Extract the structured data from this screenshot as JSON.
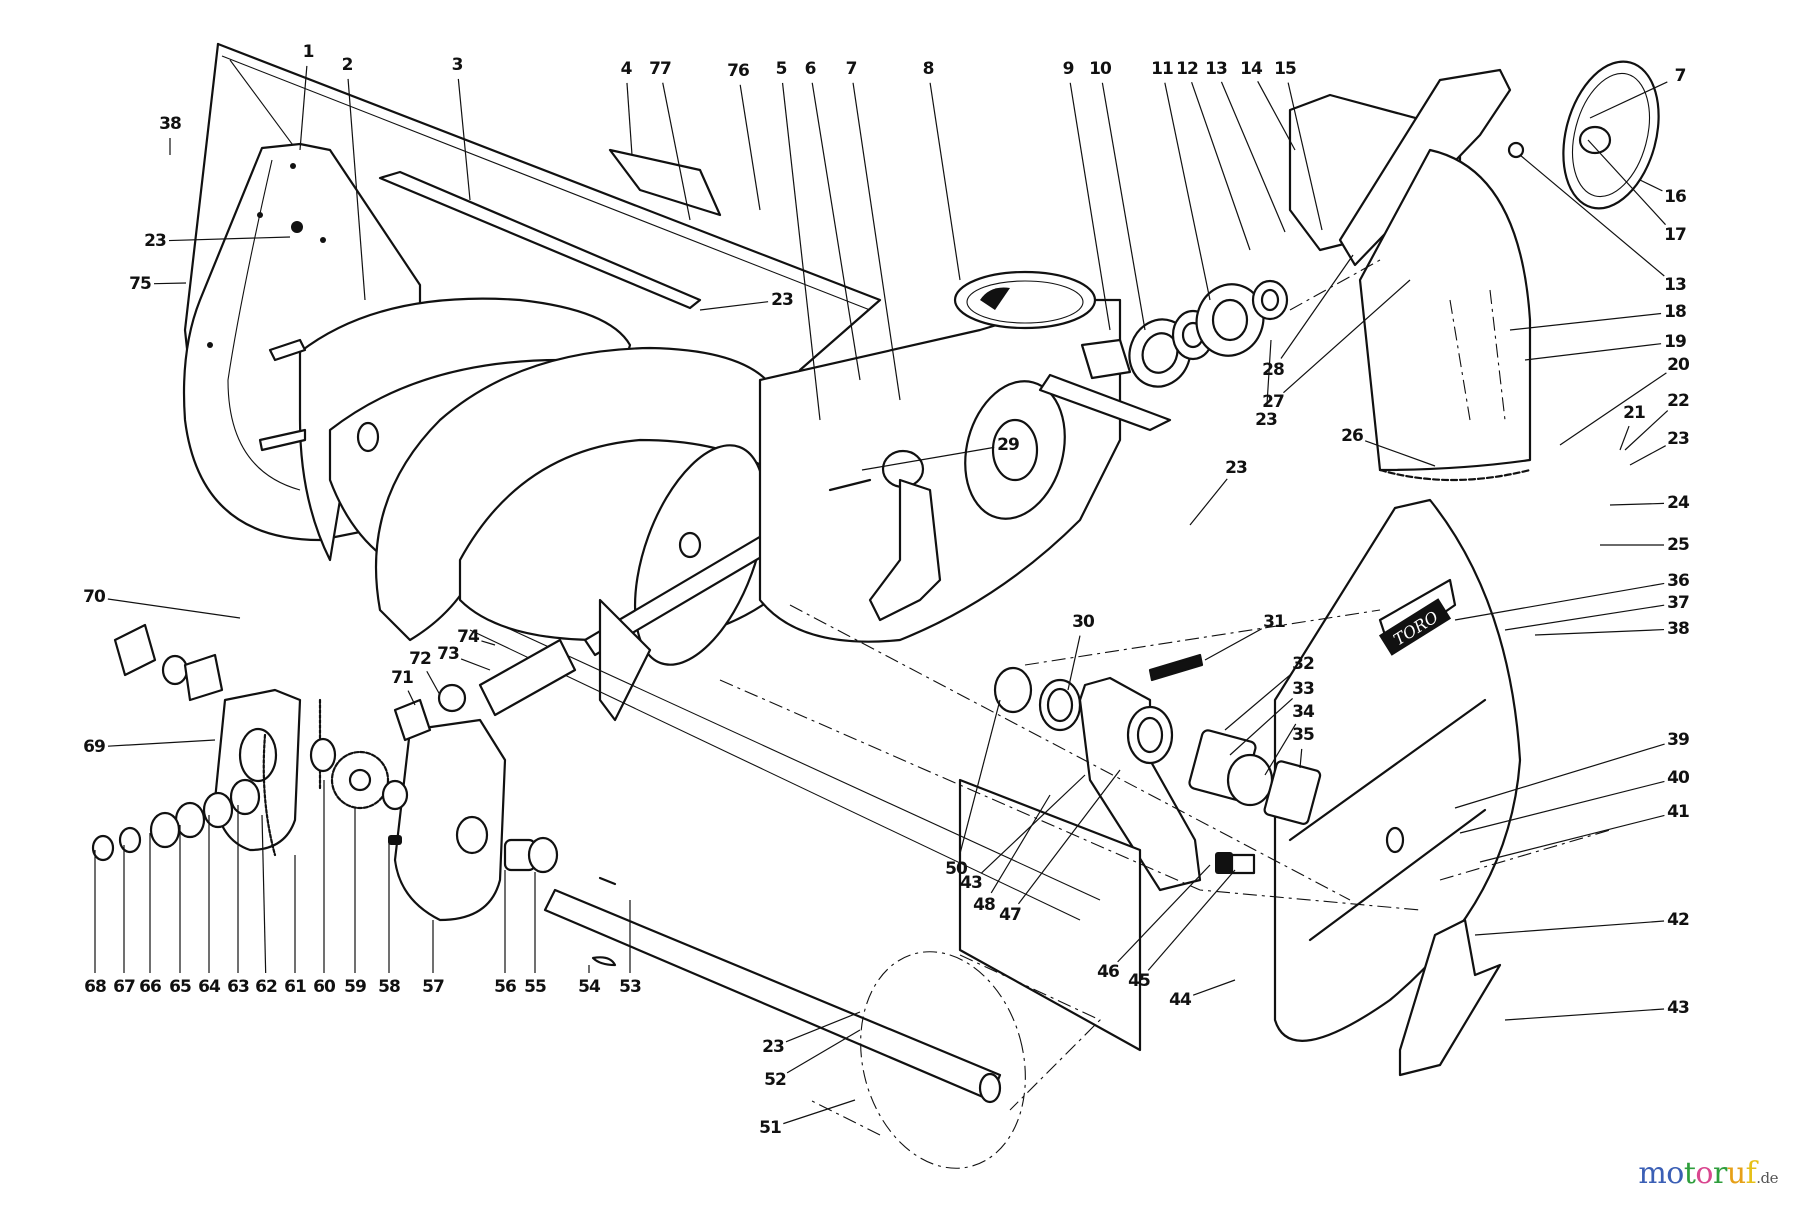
{
  "diagram": {
    "subject": "Toro snowthrower auger housing and drive exploded parts diagram",
    "side_plate_logo": "TORO",
    "callouts": [
      "1",
      "2",
      "3",
      "4",
      "77",
      "76",
      "5",
      "6",
      "7",
      "8",
      "9",
      "10",
      "11",
      "12",
      "13",
      "14",
      "15",
      "7",
      "16",
      "17",
      "13",
      "18",
      "19",
      "20",
      "21",
      "22",
      "23",
      "24",
      "25",
      "36",
      "37",
      "38",
      "38",
      "23",
      "75",
      "23",
      "28",
      "27",
      "23",
      "26",
      "29",
      "23",
      "70",
      "69",
      "74",
      "73",
      "72",
      "71",
      "30",
      "31",
      "32",
      "33",
      "34",
      "35",
      "39",
      "40",
      "41",
      "42",
      "43",
      "44",
      "45",
      "46",
      "47",
      "48",
      "43",
      "50",
      "68",
      "67",
      "66",
      "65",
      "64",
      "63",
      "62",
      "61",
      "60",
      "59",
      "58",
      "57",
      "56",
      "55",
      "54",
      "53",
      "23",
      "52",
      "51"
    ]
  },
  "watermark": {
    "letters": [
      "m",
      "o",
      "t",
      "o",
      "r",
      "u",
      "f"
    ],
    "colors": [
      "#3b5fb5",
      "#3b5fb5",
      "#2e9e3c",
      "#d9468f",
      "#2e9e3c",
      "#e6a018",
      "#e6c018"
    ],
    "suffix": ".de"
  }
}
